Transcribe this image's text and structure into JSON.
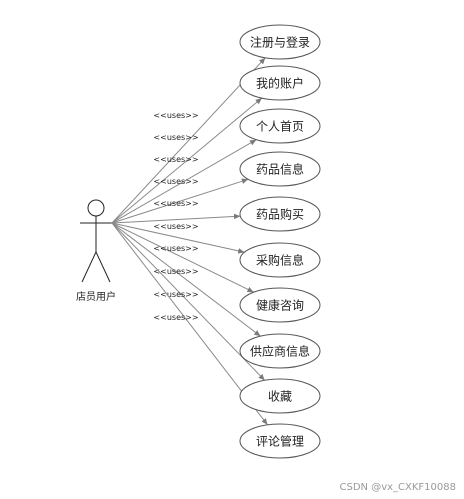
{
  "actor": {
    "name": "店员用户"
  },
  "relation_label": "<<uses>>",
  "use_cases": [
    {
      "label": "注册与登录"
    },
    {
      "label": "我的账户"
    },
    {
      "label": "个人首页"
    },
    {
      "label": "药品信息"
    },
    {
      "label": "药品购买"
    },
    {
      "label": "采购信息"
    },
    {
      "label": "健康咨询"
    },
    {
      "label": "供应商信息"
    },
    {
      "label": "收藏"
    },
    {
      "label": "评论管理"
    }
  ],
  "watermark": "CSDN @vx_CXKF10088"
}
